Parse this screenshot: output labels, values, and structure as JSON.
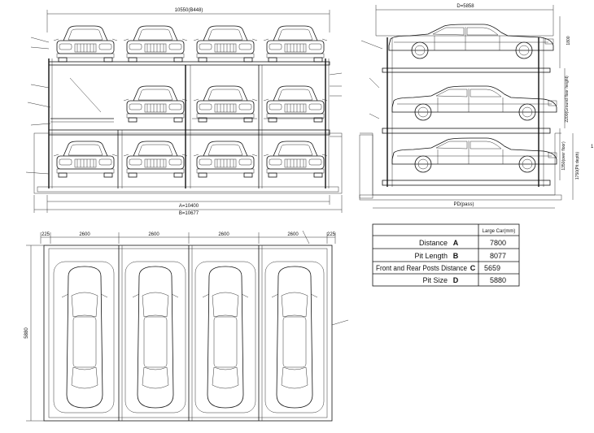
{
  "front_view": {
    "top_dimension": "10550(B448)",
    "bottom_dimension_a": "A=10400",
    "bottom_dimension_b": "B=10677"
  },
  "side_view": {
    "top_dimension": "D=5858",
    "ground_floor_height": "2200(Ground floor height)",
    "over_floor": "1350(over floor)",
    "pit_depth": "1750(Pit depth)",
    "pit_label": "PD(pass)",
    "marker": "1"
  },
  "plan_view": {
    "dimensions": [
      "225",
      "2600",
      "2600",
      "2600",
      "2600",
      "225"
    ],
    "side_dimension": "5880"
  },
  "spec_table": {
    "header": "Large Car(mm)",
    "rows": [
      {
        "label": "Distance",
        "letter": "A",
        "value": "7800"
      },
      {
        "label": "Pit Length",
        "letter": "B",
        "value": "8077"
      },
      {
        "label": "Front and Rear Posts Distance",
        "letter": "C",
        "value": "5659"
      },
      {
        "label": "Pit Size",
        "letter": "D",
        "value": "5880"
      }
    ]
  }
}
